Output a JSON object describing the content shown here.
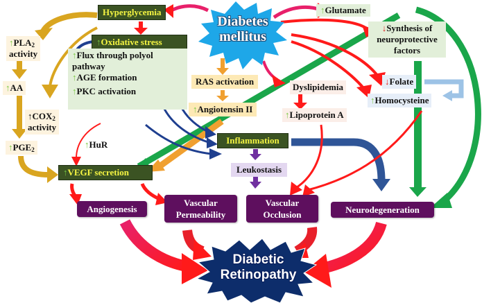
{
  "diagram": {
    "center": {
      "line1": "Diabetes",
      "line2": "mellitus"
    },
    "outcome": {
      "line1": "Diabetic",
      "line2": "Retinopathy"
    },
    "arrows_glyphs": {
      "up": "↑",
      "down": "↓"
    },
    "colors": {
      "dark_green_box": "#3b5323",
      "yellow_text": "#f5f542",
      "purple_box": "#5e0f5e",
      "up_arrow": "#7ac943",
      "down_arrow": "#e02020",
      "gold_arrow": "#d9a520",
      "green_arrow": "#1aa64a",
      "orange_arrow": "#f0a030",
      "navy_arrow": "#1f3f8f",
      "red_arrow": "#e8202a",
      "star_blue": "#1ea7e8",
      "star_navy": "#0d2d6b"
    },
    "nodes": {
      "hyperglycemia": "Hyperglycemia",
      "oxidative_stress": "Oxidative stress",
      "polyol_1": "Flux through polyol",
      "polyol_2": "pathway",
      "age": "AGE formation",
      "pkc": "PKC activation",
      "pla2_a": "PLA",
      "pla2_sub": "2",
      "pla2_b": "activity",
      "aa": "AA",
      "cox2_a": "COX",
      "cox2_sub": "2",
      "cox2_b": "activity",
      "pge2_a": "PGE",
      "pge2_sub": "2",
      "hur": "HuR",
      "vegf": "VEGF secretion",
      "ras": "RAS activation",
      "angiotensin": "Angiotensin II",
      "inflammation": "Inflammation",
      "leukostasis": "Leukostasis",
      "dyslipidemia": "Dyslipidemia",
      "lipoprotein": "Lipoprotein A",
      "glutamate": "Glutamate",
      "synthesis_1": "Synthesis of",
      "synthesis_2": "neuroprotective",
      "synthesis_3": "factors",
      "folate": "Folate",
      "homocysteine": "Homocysteine"
    },
    "outcomes": {
      "angiogenesis": "Angiogenesis",
      "vascular_perm_1": "Vascular",
      "vascular_perm_2": "Permeability",
      "vascular_occ_1": "Vascular",
      "vascular_occ_2": "Occlusion",
      "neurodegeneration": "Neurodegeneration"
    }
  }
}
